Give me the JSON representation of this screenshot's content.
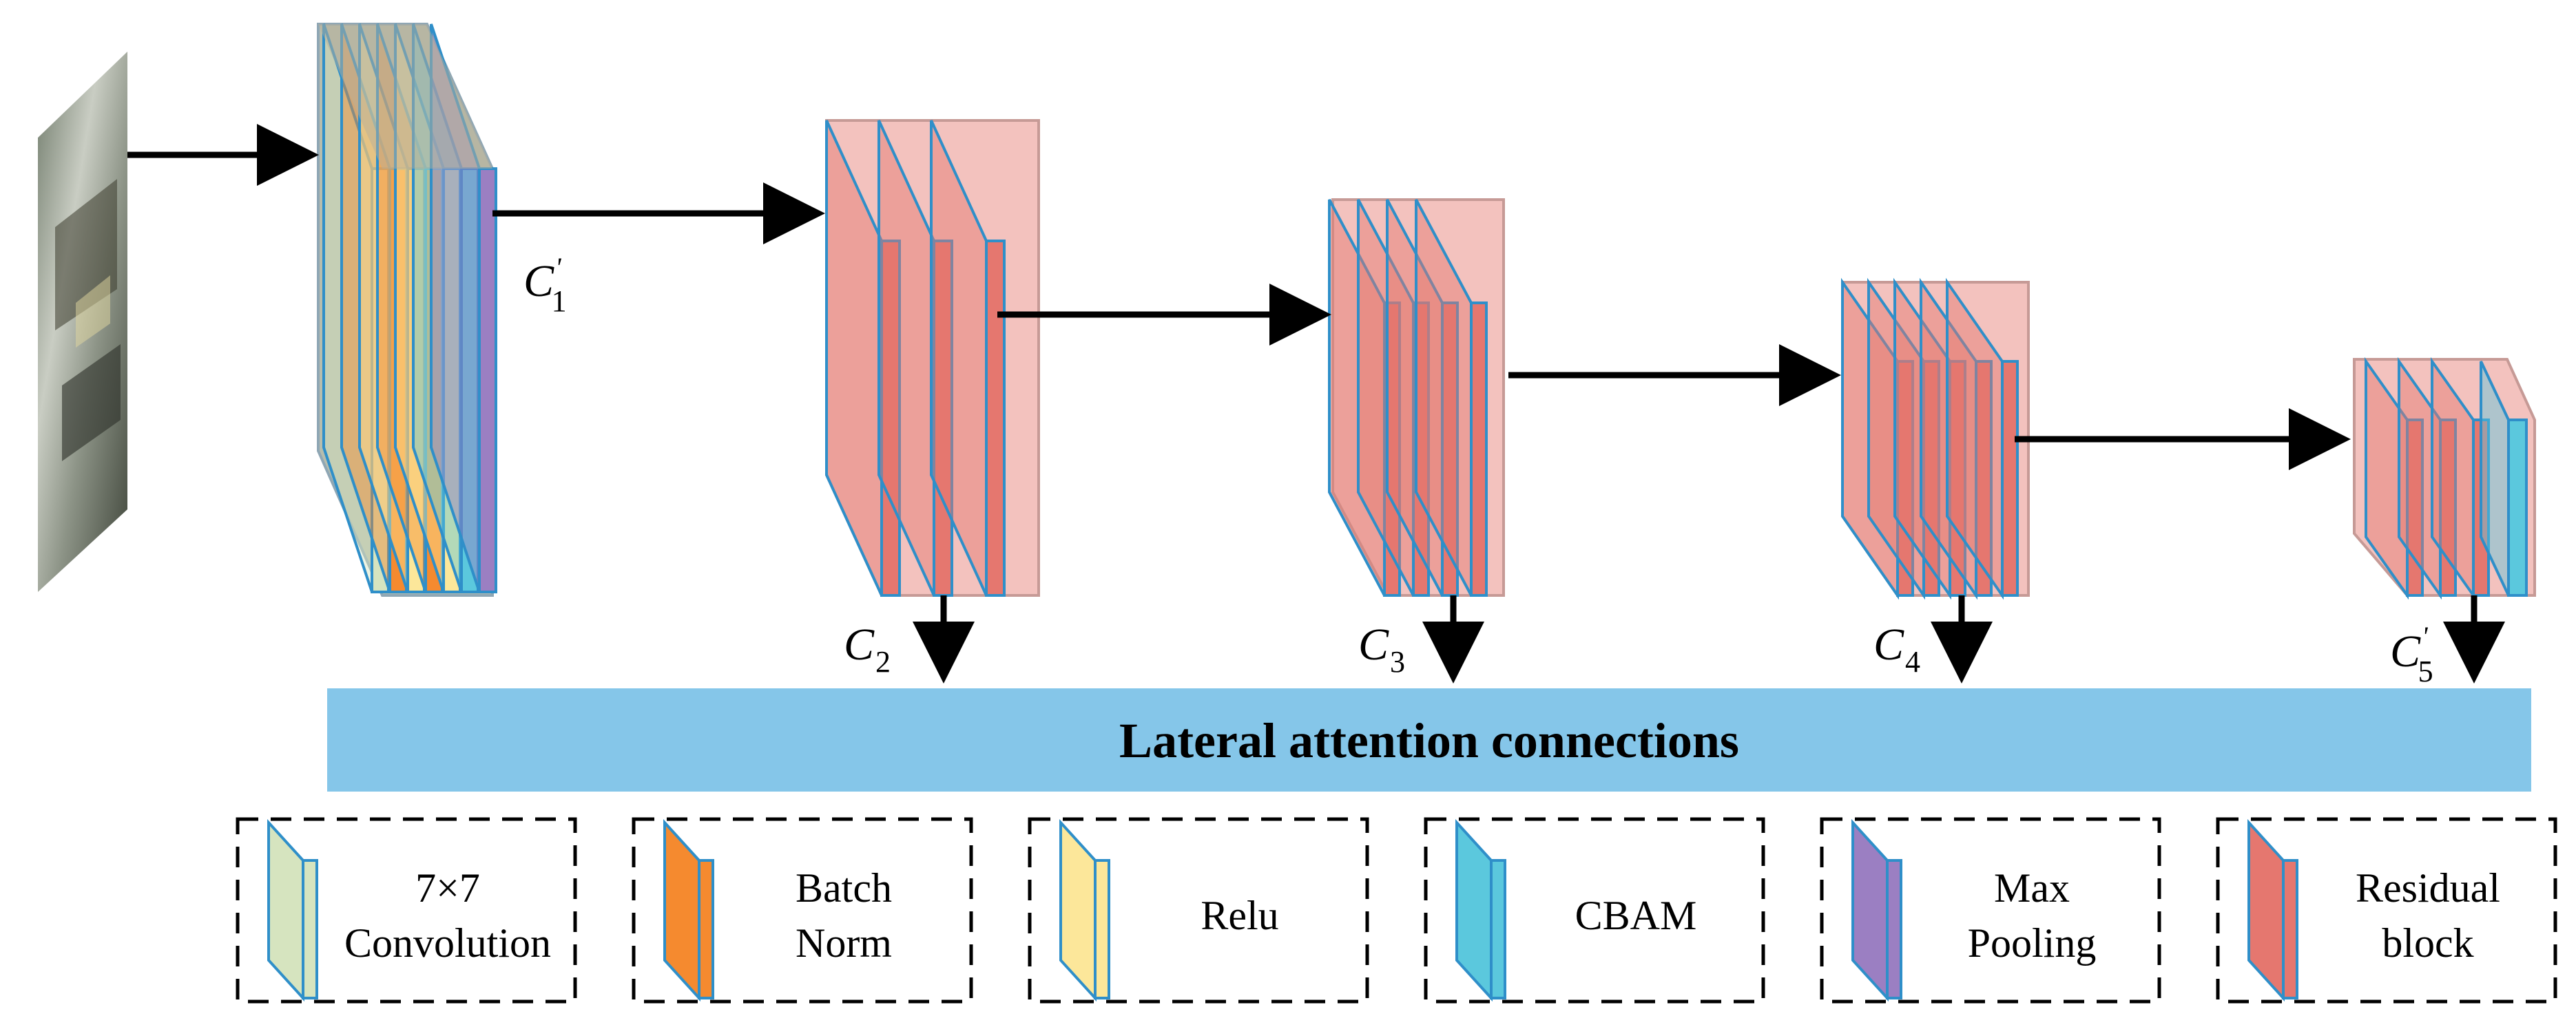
{
  "colors": {
    "conv": "#d6e4bf",
    "batch_norm": "#f58a2f",
    "relu": "#fce79a",
    "cbam": "#5bc8dd",
    "max_pooling": "#9b7fc2",
    "residual": "#e5776f",
    "stroke": "#2f8fc9",
    "banner": "#85c6e9"
  },
  "stages": {
    "c1": {
      "label_base": "C",
      "label_sub": "1",
      "label_prime": "'"
    },
    "c2": {
      "label_base": "C",
      "label_sub": "2"
    },
    "c3": {
      "label_base": "C",
      "label_sub": "3"
    },
    "c4": {
      "label_base": "C",
      "label_sub": "4"
    },
    "c5": {
      "label_base": "C",
      "label_sub": "5",
      "label_prime": "'"
    }
  },
  "banner": {
    "text": "Lateral attention connections"
  },
  "legend": [
    {
      "key": "conv",
      "line1": "7×7",
      "line2": "Convolution",
      "icon": "conv-layer-icon"
    },
    {
      "key": "batch_norm",
      "line1": "Batch",
      "line2": "Norm",
      "icon": "batch-norm-layer-icon"
    },
    {
      "key": "relu",
      "line1": "Relu",
      "line2": "",
      "icon": "relu-layer-icon"
    },
    {
      "key": "cbam",
      "line1": "CBAM",
      "line2": "",
      "icon": "cbam-layer-icon"
    },
    {
      "key": "max_pooling",
      "line1": "Max",
      "line2": "Pooling",
      "icon": "max-pooling-layer-icon"
    },
    {
      "key": "residual",
      "line1": "Residual",
      "line2": "block",
      "icon": "residual-block-layer-icon"
    }
  ]
}
